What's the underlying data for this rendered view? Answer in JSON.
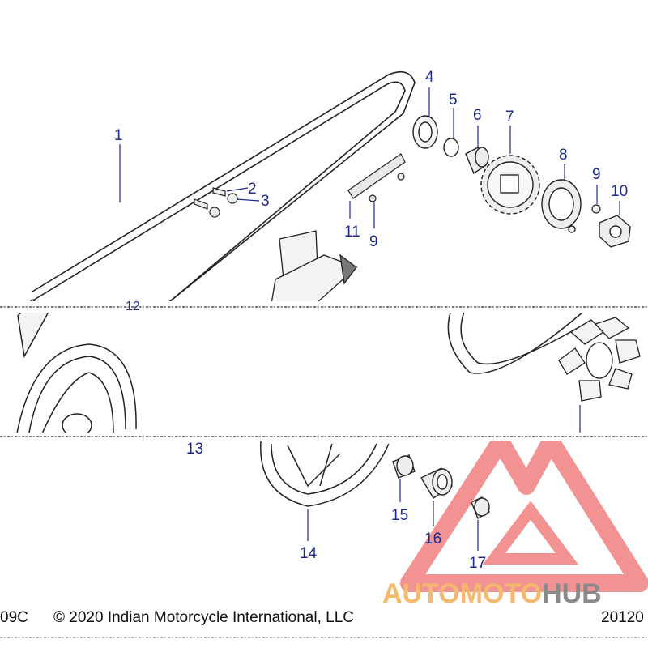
{
  "callouts": [
    {
      "id": "1",
      "label": "1"
    },
    {
      "id": "2",
      "label": "2"
    },
    {
      "id": "3",
      "label": "3"
    },
    {
      "id": "4",
      "label": "4"
    },
    {
      "id": "5",
      "label": "5"
    },
    {
      "id": "6",
      "label": "6"
    },
    {
      "id": "7",
      "label": "7"
    },
    {
      "id": "8",
      "label": "8"
    },
    {
      "id": "9a",
      "label": "9"
    },
    {
      "id": "10",
      "label": "10"
    },
    {
      "id": "11",
      "label": "11"
    },
    {
      "id": "9b",
      "label": "9"
    },
    {
      "id": "12",
      "label": "12"
    },
    {
      "id": "13",
      "label": "13"
    },
    {
      "id": "14",
      "label": "14"
    },
    {
      "id": "15",
      "label": "15"
    },
    {
      "id": "16",
      "label": "16"
    },
    {
      "id": "17",
      "label": "17"
    }
  ],
  "footer": {
    "left_code": "09C",
    "copyright": "© 2020 Indian Motorcycle International, LLC",
    "right_code": "20120"
  },
  "watermark": {
    "brand_part1": "AUTOMOTO",
    "brand_part2": "HUB",
    "color_primary": "#f08080",
    "color_text": "#f5b96e",
    "color_hub": "#8a8a8a"
  }
}
